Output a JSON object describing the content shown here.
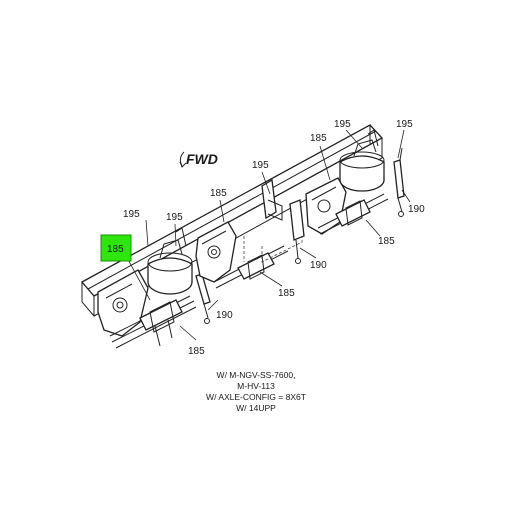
{
  "diagram": {
    "direction_label": "FWD",
    "callouts": [
      {
        "id": "c185_highlight",
        "text": "185",
        "highlighted": true
      },
      {
        "id": "c195_a",
        "text": "195"
      },
      {
        "id": "c195_b",
        "text": "195"
      },
      {
        "id": "c185_b",
        "text": "185"
      },
      {
        "id": "c190_a",
        "text": "190"
      },
      {
        "id": "c185_c",
        "text": "185"
      },
      {
        "id": "c195_c",
        "text": "195"
      },
      {
        "id": "c185_d",
        "text": "185"
      },
      {
        "id": "c190_b",
        "text": "190"
      },
      {
        "id": "c195_d",
        "text": "195"
      },
      {
        "id": "c185_e",
        "text": "185"
      },
      {
        "id": "c195_e",
        "text": "195"
      },
      {
        "id": "c190_c",
        "text": "190"
      },
      {
        "id": "c185_f",
        "text": "185"
      }
    ],
    "highlight_color": "#2ee60e",
    "note_lines": [
      "W/ M-NGV-SS-7600,",
      "M-HV-113",
      "W/ AXLE-CONFIG = 8X6T",
      "W/ 14UPP"
    ]
  }
}
